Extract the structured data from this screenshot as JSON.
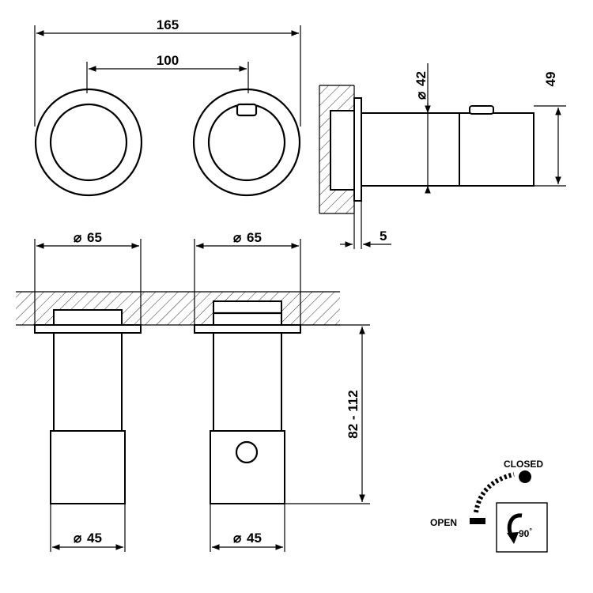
{
  "dimensions": {
    "overall_width": "165",
    "center_distance": "100",
    "diameter_42": "42",
    "height_49": "49",
    "plate_thickness": "5",
    "plate_diameter_left": "65",
    "plate_diameter_right": "65",
    "body_diameter_left": "45",
    "body_diameter_right": "45",
    "depth_range": "82 - 112",
    "diameter_symbol": "⌀"
  },
  "rotation_legend": {
    "closed_label": "CLOSED",
    "open_label": "OPEN",
    "angle_label": "90",
    "degree_symbol": "°"
  }
}
